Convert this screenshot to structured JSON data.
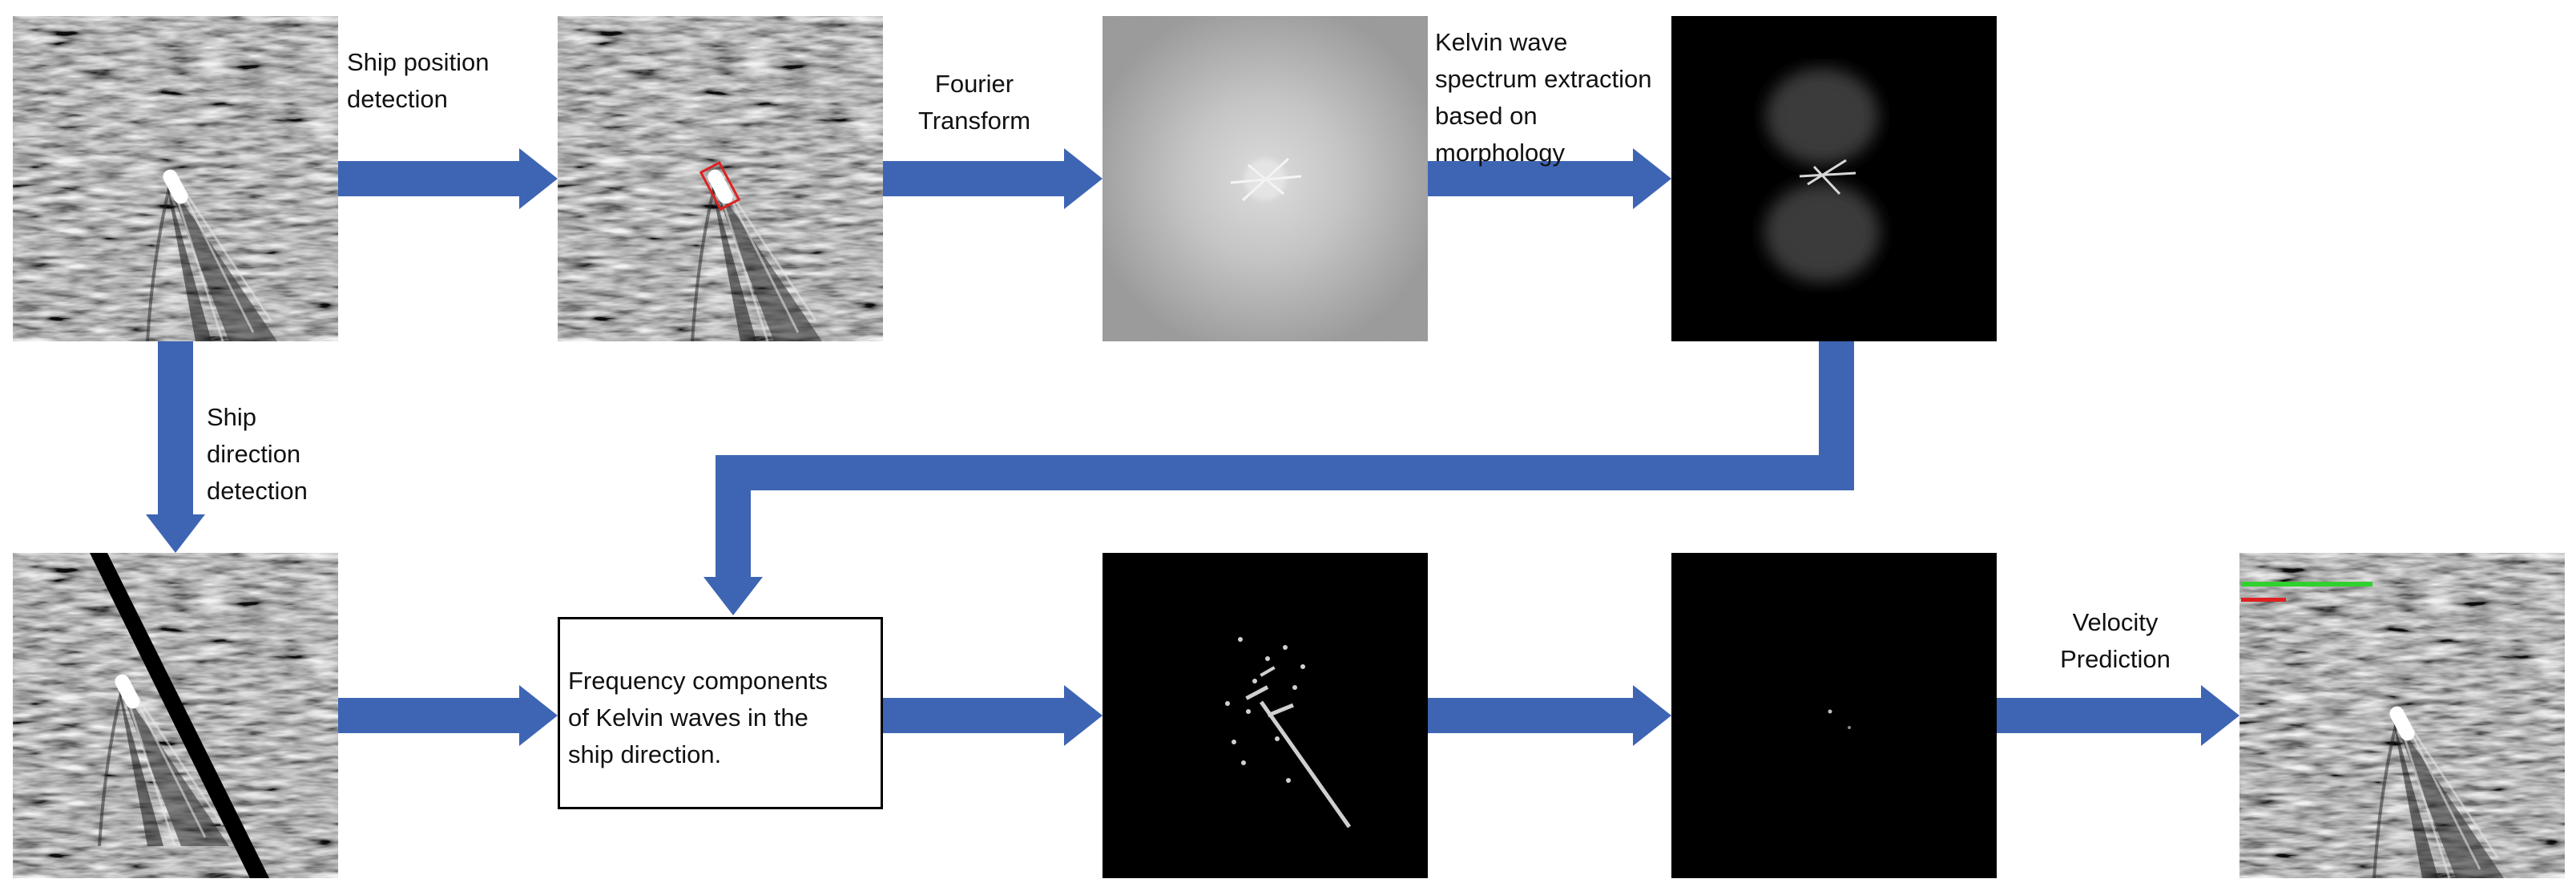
{
  "colors": {
    "arrow": "#3E65B3",
    "sar_sea": "#7d7d7d",
    "spectrum_bg": "#a9a9a9",
    "dark_panel": "#000000",
    "ship_box": "#e02020",
    "readout_green": "#2fd12f",
    "readout_red": "#e02020"
  },
  "steps": {
    "ship_position": [
      "Ship position",
      "detection"
    ],
    "fourier": [
      "Fourier",
      "Transform"
    ],
    "kelvin_extraction": [
      "Kelvin wave",
      "spectrum extraction",
      "based on",
      "morphology"
    ],
    "ship_direction": [
      "Ship",
      "direction",
      "detection"
    ],
    "frequency_box": [
      "Frequency components",
      "of Kelvin waves in the",
      "ship direction."
    ],
    "velocity": [
      "Velocity",
      "Prediction"
    ]
  },
  "panels": [
    {
      "id": "sar-input",
      "icon": "sar-ship-image"
    },
    {
      "id": "sar-detected",
      "icon": "sar-ship-detection-image"
    },
    {
      "id": "fourier-spectrum",
      "icon": "fourier-spectrum-image"
    },
    {
      "id": "kelvin-spectrum",
      "icon": "kelvin-spectrum-image"
    },
    {
      "id": "sar-direction",
      "icon": "sar-direction-line-image"
    },
    {
      "id": "direction-components",
      "icon": "direction-components-image"
    },
    {
      "id": "filtered-points",
      "icon": "filtered-points-image"
    },
    {
      "id": "velocity-result",
      "icon": "velocity-result-image"
    }
  ]
}
